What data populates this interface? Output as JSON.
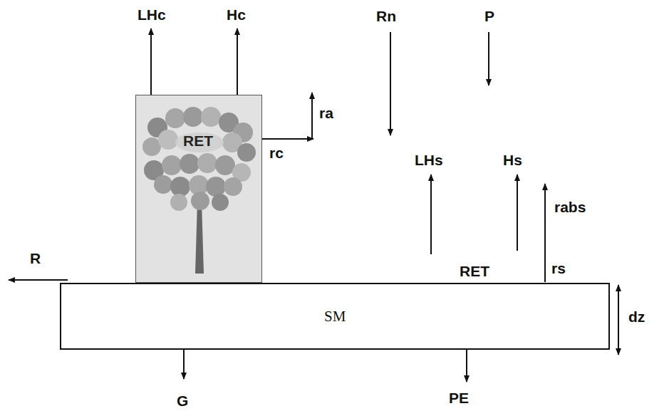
{
  "diagram": {
    "nodes": [
      {
        "text": [
          "RET"
        ]
      },
      {
        "text": [
          "SM"
        ]
      }
    ],
    "labels": [
      "LHc",
      "Hc",
      "Rn",
      "P",
      "ra",
      "rc",
      "LHs",
      "Hs",
      "rabs",
      "RET",
      "rs",
      "R",
      "dz",
      "G",
      "PE"
    ]
  }
}
